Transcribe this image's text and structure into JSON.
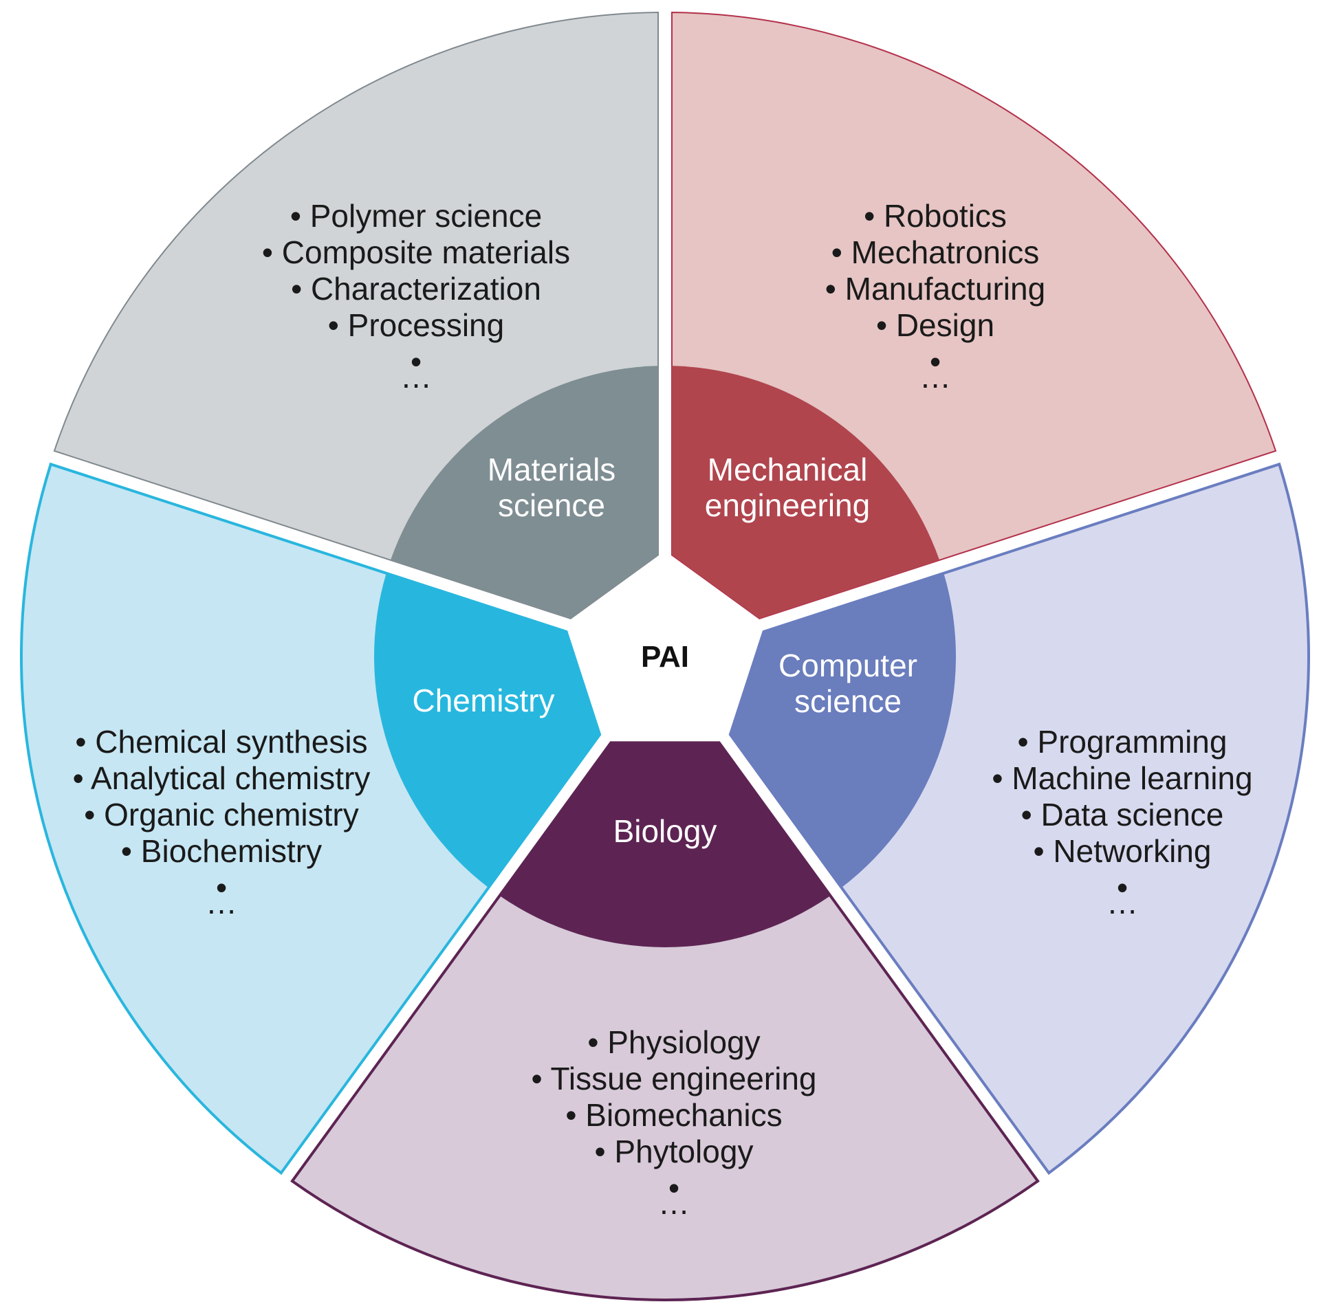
{
  "center": {
    "label": "PAI"
  },
  "disciplines": [
    {
      "id": "materials-science",
      "label_lines": [
        "Materials",
        "science"
      ],
      "items": [
        "• Polymer science",
        "• Composite materials",
        "• Characterization",
        "• Processing",
        "•",
        "…"
      ],
      "colors": {
        "inner": "#7F8E93",
        "outer_fill": "#D0D4D7",
        "outer_stroke": "#80898E"
      }
    },
    {
      "id": "mechanical-engineering",
      "label_lines": [
        "Mechanical",
        "engineering"
      ],
      "items": [
        "• Robotics",
        "• Mechatronics",
        "• Manufacturing",
        "• Design",
        "•",
        "…"
      ],
      "colors": {
        "inner": "#B0454E",
        "outer_fill": "#E6C5C4",
        "outer_stroke": "#B3304A"
      }
    },
    {
      "id": "computer-science",
      "label_lines": [
        "Computer",
        "science"
      ],
      "items": [
        "• Programming",
        "• Machine learning",
        "• Data science",
        "• Networking",
        "•",
        "…"
      ],
      "colors": {
        "inner": "#6A7DBD",
        "outer_fill": "#D7D9EE",
        "outer_stroke": "#6A7DC0"
      }
    },
    {
      "id": "biology",
      "label_lines": [
        "Biology"
      ],
      "items": [
        "• Physiology",
        "• Tissue engineering",
        "• Biomechanics",
        "• Phytology",
        "•",
        "…"
      ],
      "colors": {
        "inner": "#5D2453",
        "outer_fill": "#D8CAD9",
        "outer_stroke": "#5D2453"
      }
    },
    {
      "id": "chemistry",
      "label_lines": [
        "Chemistry"
      ],
      "items": [
        "• Chemical synthesis",
        "• Analytical chemistry",
        "• Organic chemistry",
        "• Biochemistry",
        "•",
        "…"
      ],
      "colors": {
        "inner": "#27B7DE",
        "outer_fill": "#C6E6F3",
        "outer_stroke": "#29B6DE"
      }
    }
  ]
}
